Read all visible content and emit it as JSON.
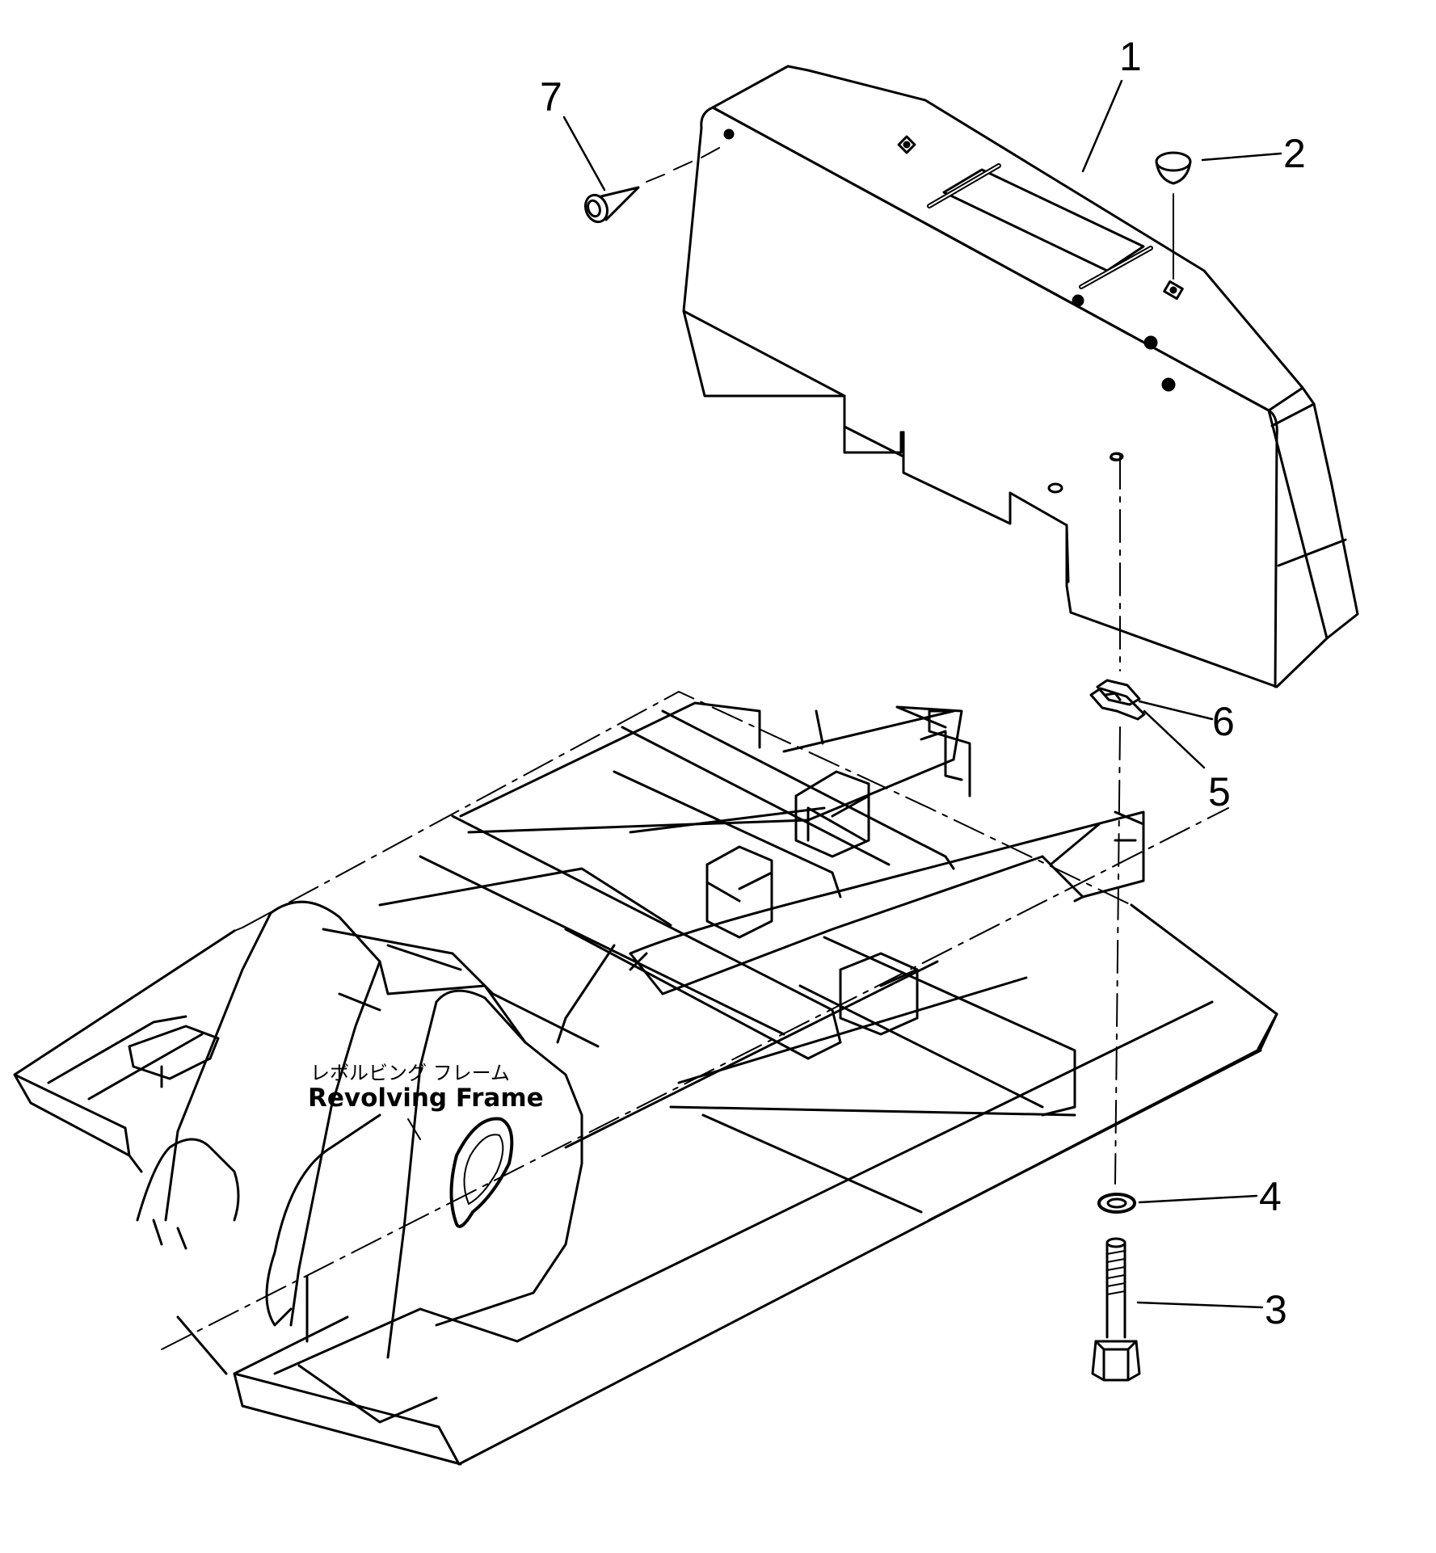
{
  "callouts": {
    "p1": "1",
    "p2": "2",
    "p3": "3",
    "p4": "4",
    "p5": "5",
    "p6": "6",
    "p7": "7"
  },
  "frame_label": {
    "japanese": "レボルビング フレーム",
    "english": "Revolving Frame"
  },
  "colors": {
    "line": "#000000",
    "background": "#ffffff"
  }
}
